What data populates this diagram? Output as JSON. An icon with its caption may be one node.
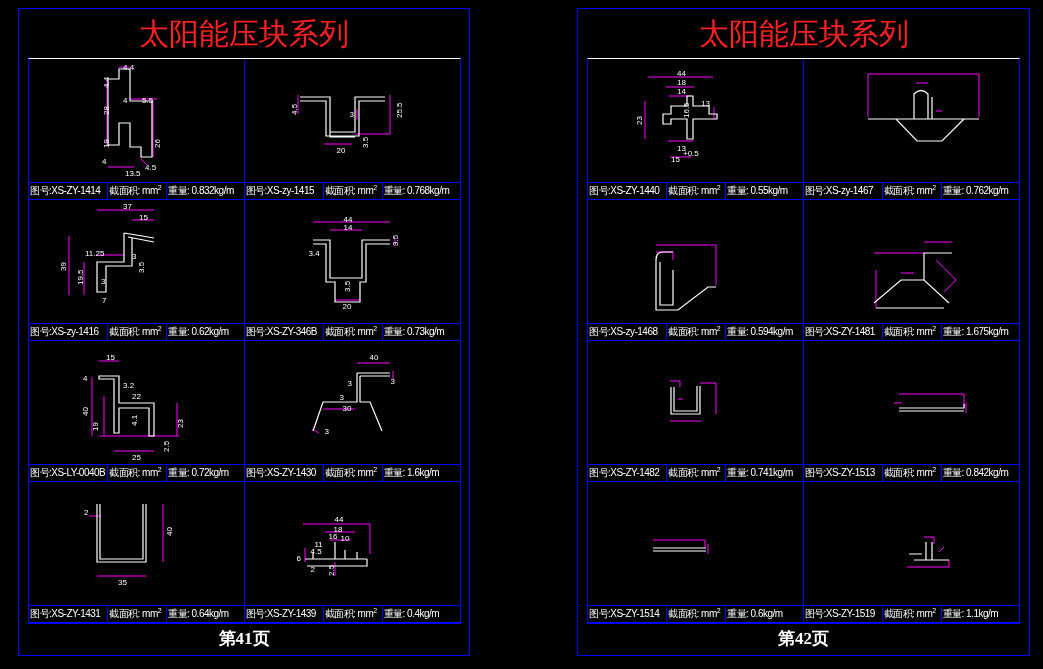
{
  "diagram": {
    "nodes": [
      {
        "text": [
          "太阳能压块系列",
          "第41页"
        ]
      },
      {
        "text": [
          "图号:XS-ZY-1414",
          "截面积: mm$^{2}$",
          "重量: 0.832kg/m"
        ],
        "in": 0
      },
      {
        "text": [
          "图号:XS-zy-1415",
          "截面积: mm$^{2}$",
          "重量: 0.768kg/m"
        ],
        "in": 0
      },
      {
        "text": [
          "图号:XS-zy-1416",
          "截面积: mm$^{2}$",
          "重量: 0.62kg/m"
        ],
        "in": 0
      },
      {
        "text": [
          "图号:XS-ZY-346B",
          "截面积: mm$^{2}$",
          "重量: 0.73kg/m"
        ],
        "in": 0
      },
      {
        "text": [
          "图号:XS-LY-0040B",
          "截面积: mm$^{2}$",
          "重量: 0.72kg/m"
        ],
        "in": 0
      },
      {
        "text": [
          "图号:XS-ZY-1430",
          "截面积: mm$^{2}$",
          "重量: 1.6kg/m"
        ],
        "in": 0
      },
      {
        "text": [
          "图号:XS-ZY-1431",
          "截面积: mm$^{2}$",
          "重量: 0.64kg/m"
        ],
        "in": 0
      },
      {
        "text": [
          "图号:XS-ZY-1439",
          "截面积: mm$^{2}$",
          "重量: 0.4kg/m"
        ],
        "in": 0
      },
      {
        "text": [
          "太阳能压块系列",
          "第42页"
        ]
      },
      {
        "text": [
          "图号:XS-ZY-1440",
          "截面积: mm$^{2}$",
          "重量: 0.55kg/m"
        ],
        "in": 9
      },
      {
        "text": [
          "图号:XS-zy-1467",
          "截面积: mm$^{2}$",
          "重量: 0.762kg/m"
        ],
        "in": 9
      },
      {
        "text": [
          "图号:XS-zy-1468",
          "截面积: mm$^{2}$",
          "重量: 0.594kg/m"
        ],
        "in": 9
      },
      {
        "text": [
          "图号:XS-ZY-1481",
          "截面积: mm$^{2}$",
          "重量: 1.675kg/m"
        ],
        "in": 9
      },
      {
        "text": [
          "图号:XS-ZY-1482",
          "截面积: mm$^{2}$",
          "重量: 0.741kg/m"
        ],
        "in": 9
      },
      {
        "text": [
          "图号:XS-ZY-1513",
          "截面积: mm$^{2}$",
          "重量: 0.842kg/m"
        ],
        "in": 9
      },
      {
        "text": [
          "图号:XS-ZY-1514",
          "截面积: mm$^{2}$",
          "重量: 0.6kg/m"
        ],
        "in": 9
      },
      {
        "text": [
          "图号:XS-ZY-1519",
          "截面积: mm$^{2}$",
          "重量: 1.1kg/m"
        ],
        "in": 9
      }
    ],
    "labels": [
      "4.4",
      "4.4",
      "28",
      "4",
      "5.5",
      "19",
      "26",
      "4",
      "13.5",
      "4.5",
      "4.5",
      "25.5",
      "3",
      "20",
      "3.5",
      "37",
      "15",
      "11.25",
      "39",
      "3",
      "3.5",
      "19.5",
      "3",
      "7",
      "44",
      "14",
      "3.4",
      "3.5",
      "3.5",
      "20",
      "15",
      "4",
      "3.2",
      "22",
      "40",
      "4.1",
      "19",
      "23",
      "25",
      "2.5",
      "40",
      "3",
      "3",
      "3",
      "30",
      "3",
      "2",
      "40",
      "35",
      "44",
      "18",
      "16",
      "10",
      "11",
      "4.5",
      "6",
      "2",
      "2.5",
      "44",
      "18",
      "14",
      "13",
      "23",
      "16.5",
      "13",
      "15",
      "+0.5"
    ]
  }
}
